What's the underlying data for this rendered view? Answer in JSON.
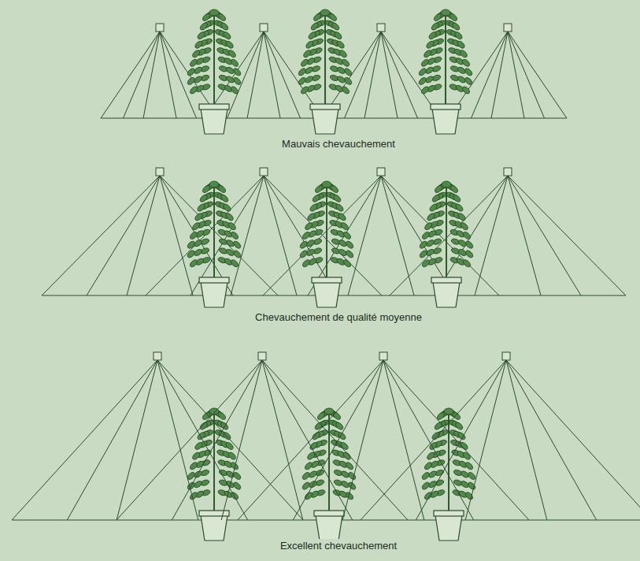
{
  "diagram": {
    "labels": [
      "Mauvais chevauchement",
      "Chevauchement de qualité moyenne",
      "Excellent chevauchement"
    ]
  }
}
